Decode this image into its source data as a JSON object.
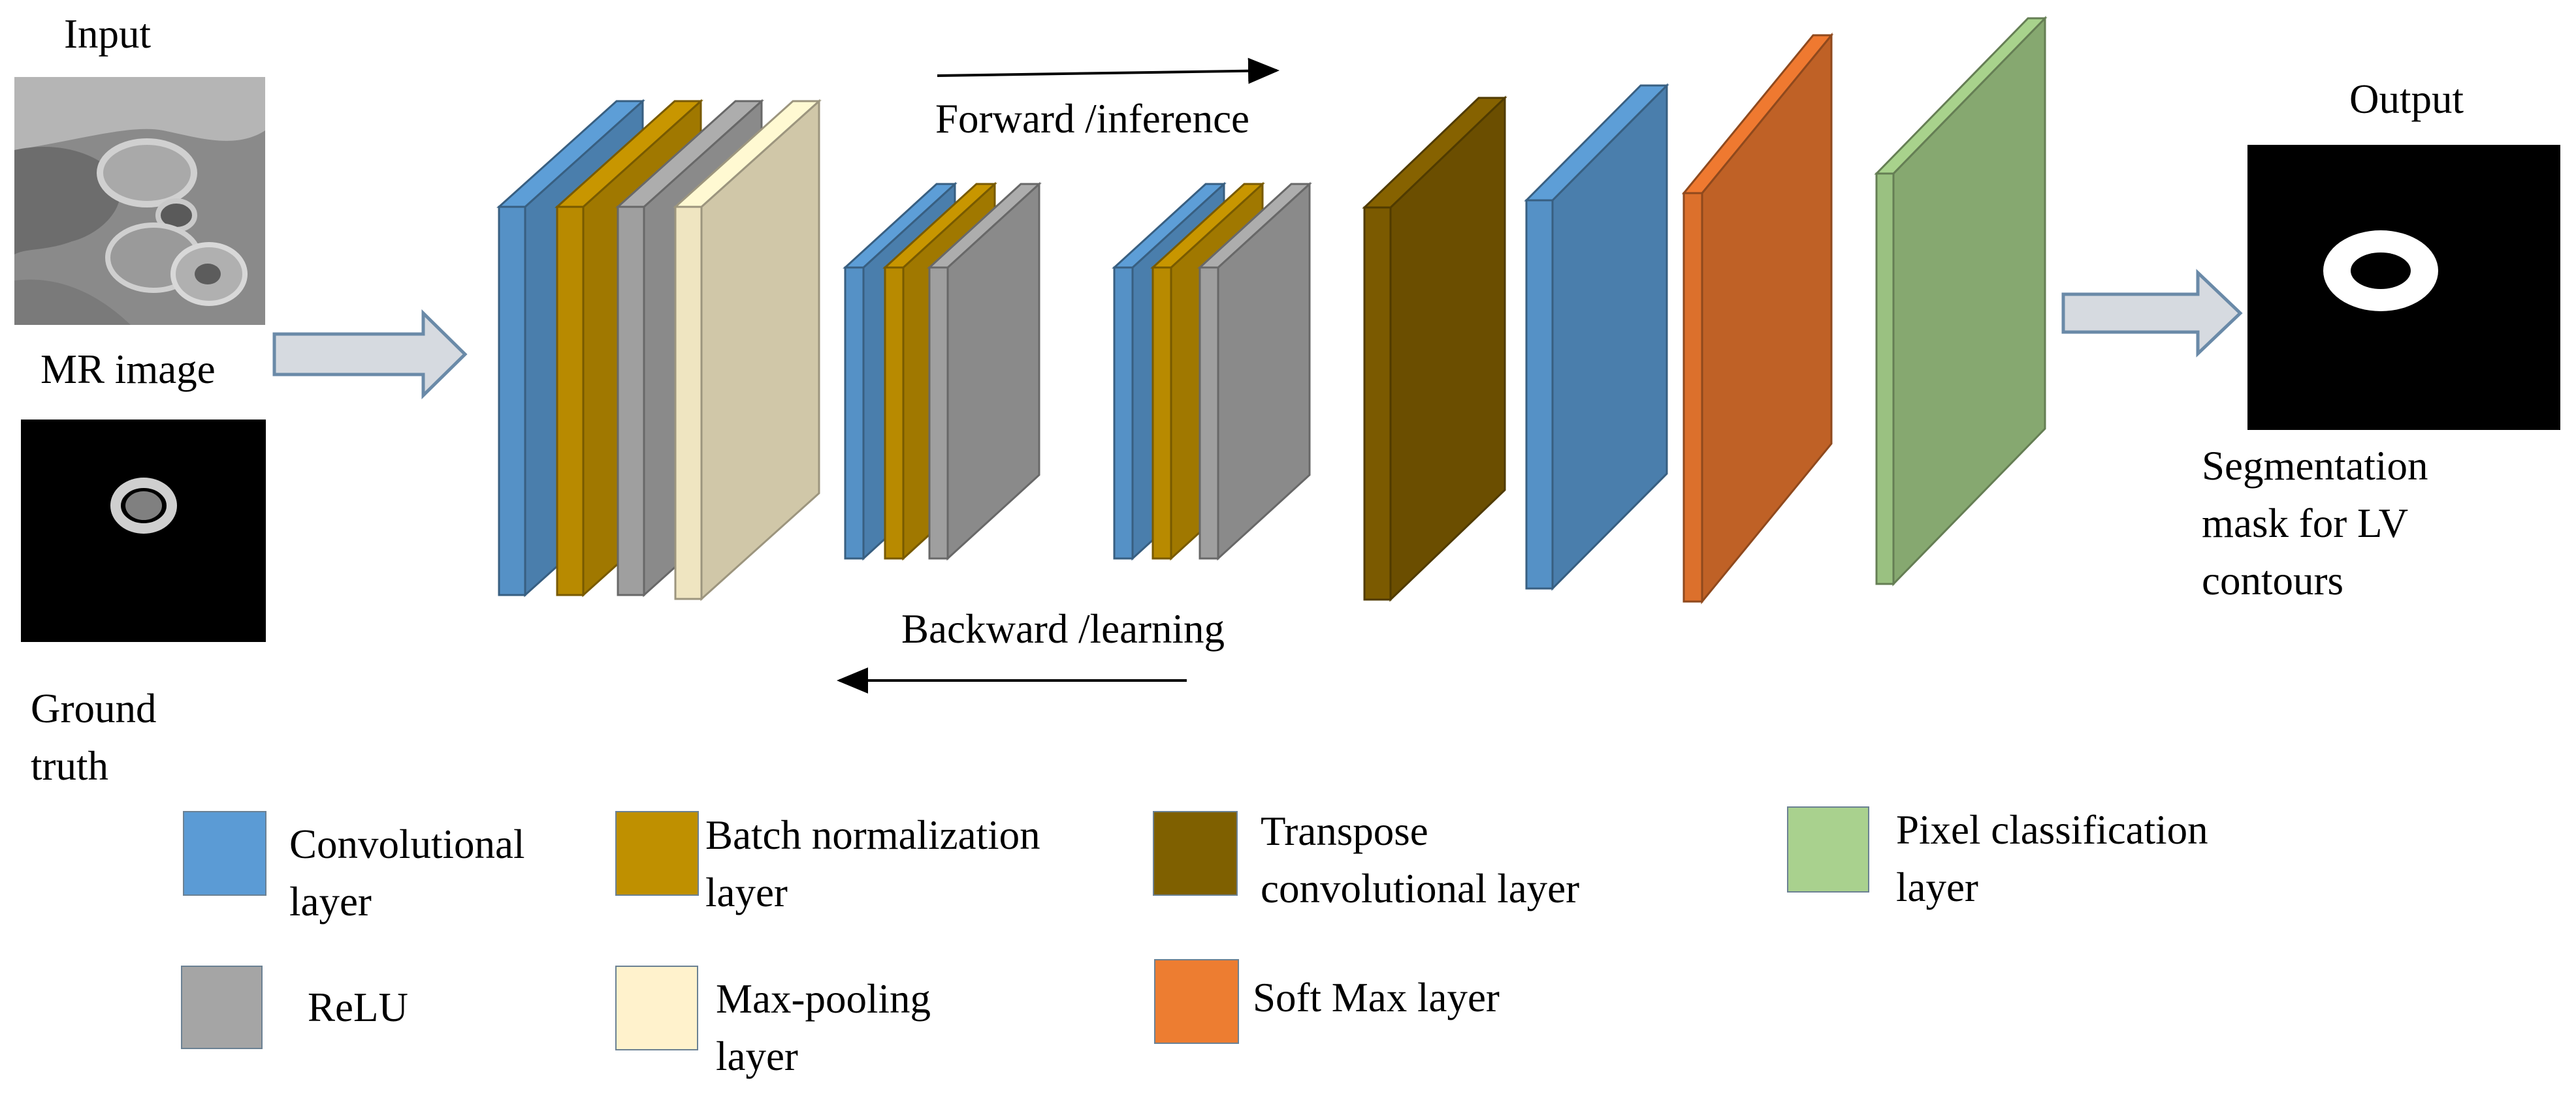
{
  "labels": {
    "input": "Input",
    "mr_image": "MR image",
    "ground_truth": [
      "Ground",
      "truth"
    ],
    "forward": "Forward /inference",
    "backward": "Backward /learning",
    "output": "Output",
    "segmentation": [
      "Segmentation",
      "mask for LV",
      "contours"
    ]
  },
  "legend": {
    "convolutional": [
      "Convolutional",
      "layer"
    ],
    "batch_normalization": [
      "Batch normalization",
      "layer"
    ],
    "transpose_convolutional": [
      "Transpose",
      "convolutional layer"
    ],
    "pixel_classification": [
      "Pixel classification",
      "layer"
    ],
    "relu": "ReLU",
    "max_pooling": [
      "Max-pooling",
      "layer"
    ],
    "softmax": "Soft Max layer"
  },
  "colors": {
    "convolutional": "#4a7eac",
    "batch_normalization": "#a07800",
    "relu": "#8a8a8a",
    "max_pooling": "#d0c7a8",
    "transpose_convolutional": "#6b4e00",
    "softmax": "#bf6126",
    "pixel_classification": "#86a870",
    "legend_convolutional": "#5b9bd5",
    "legend_batch_normalization": "#bf9000",
    "legend_relu": "#a5a5a5",
    "legend_max_pooling": "#fff2cc",
    "legend_transpose_convolutional": "#7f6000",
    "legend_softmax": "#ed7d31",
    "legend_pixel_classification": "#a9d18e"
  },
  "network": {
    "encoder_blocks": [
      [
        "convolutional",
        "batch_normalization",
        "relu",
        "max_pooling"
      ],
      [
        "convolutional",
        "batch_normalization",
        "relu"
      ],
      [
        "convolutional",
        "batch_normalization",
        "relu"
      ]
    ],
    "decoder_layers": [
      "transpose_convolutional",
      "convolutional",
      "softmax",
      "pixel_classification"
    ]
  }
}
